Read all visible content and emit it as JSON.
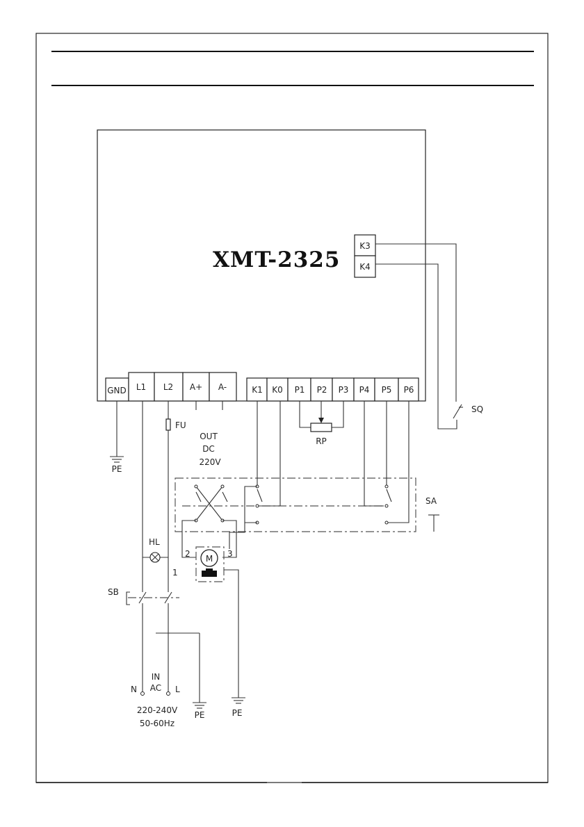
{
  "diagram": {
    "controller_model": "XMT-2325",
    "relay_terminals": [
      "K3",
      "K4"
    ],
    "terminal_block_left": [
      "GND",
      "L1",
      "L2",
      "A+",
      "A-"
    ],
    "terminal_block_right": [
      "K1",
      "K0",
      "P1",
      "P2",
      "P3",
      "P4",
      "P5",
      "P6"
    ],
    "labels": {
      "fuse": "FU",
      "output_1": "OUT",
      "output_2": "DC",
      "output_3": "220V",
      "potentiometer": "RP",
      "limit_switch": "SQ",
      "selector_switch": "SA",
      "indicator_lamp": "HL",
      "push_button": "SB",
      "motor": "M",
      "motor_pin_1": "1",
      "motor_pin_2": "2",
      "motor_pin_3": "3",
      "earth_1": "PE",
      "earth_2": "PE",
      "earth_3": "PE",
      "neutral": "N",
      "live": "L",
      "input_1": "IN",
      "input_2": "AC",
      "supply_voltage": "220-240V",
      "supply_frequency": "50-60Hz"
    }
  }
}
